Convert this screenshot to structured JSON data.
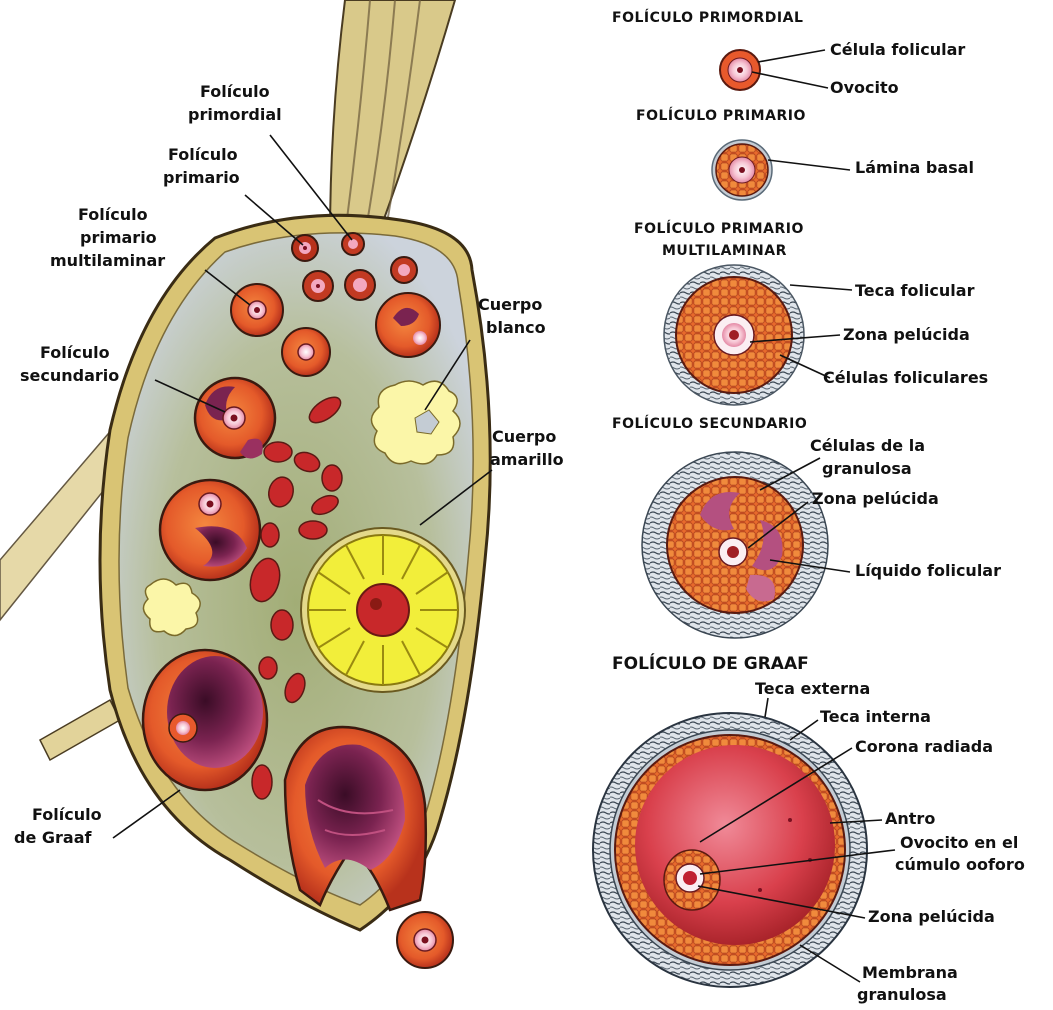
{
  "ovary_labels": {
    "primordial": [
      "Folículo",
      "primordial"
    ],
    "primario": [
      "Folículo",
      "primario"
    ],
    "multilaminar": [
      "Folículo",
      "primario",
      "multilaminar"
    ],
    "secundario": [
      "Folículo",
      "secundario"
    ],
    "cuerpo_blanco": [
      "Cuerpo",
      "blanco"
    ],
    "cuerpo_amarillo": [
      "Cuerpo",
      "amarillo"
    ],
    "graaf": [
      "Folículo",
      "de Graaf"
    ]
  },
  "stages": {
    "primordial": {
      "title": "FOLÍCULO PRIMORDIAL",
      "labels": [
        "Célula folicular",
        "Ovocito"
      ]
    },
    "primario": {
      "title": "FOLÍCULO PRIMARIO",
      "labels": [
        "Lámina basal"
      ]
    },
    "multilaminar": {
      "title": [
        "FOLÍCULO PRIMARIO",
        "MULTILAMINAR"
      ],
      "labels": [
        "Teca folicular",
        "Zona pelúcida",
        "Células foliculares"
      ]
    },
    "secundario": {
      "title": "FOLÍCULO SECUNDARIO",
      "labels": [
        "Células de la",
        "granulosa",
        "Zona pelúcida",
        "Líquido folicular"
      ]
    },
    "graaf": {
      "title": "FOLÍCULO DE GRAAF",
      "labels": [
        "Teca externa",
        "Teca interna",
        "Corona radiada",
        "Antro",
        "Ovocito en el",
        "cúmulo ooforo",
        "Zona pelúcida",
        "Membrana",
        "granulosa"
      ]
    }
  },
  "colors": {
    "ovary_wall": "#d7c274",
    "stroma": "#a8b48a",
    "stroma_light": "#c4ccd4",
    "follicle_red": "#e8592c",
    "follicle_dark": "#a3221a",
    "antrum_purple": "#7b2a52",
    "corpus_luteum": "#f2ee3a",
    "corpus_albicans": "#fbf7b4",
    "theca_gray": "#9aa7b3"
  }
}
